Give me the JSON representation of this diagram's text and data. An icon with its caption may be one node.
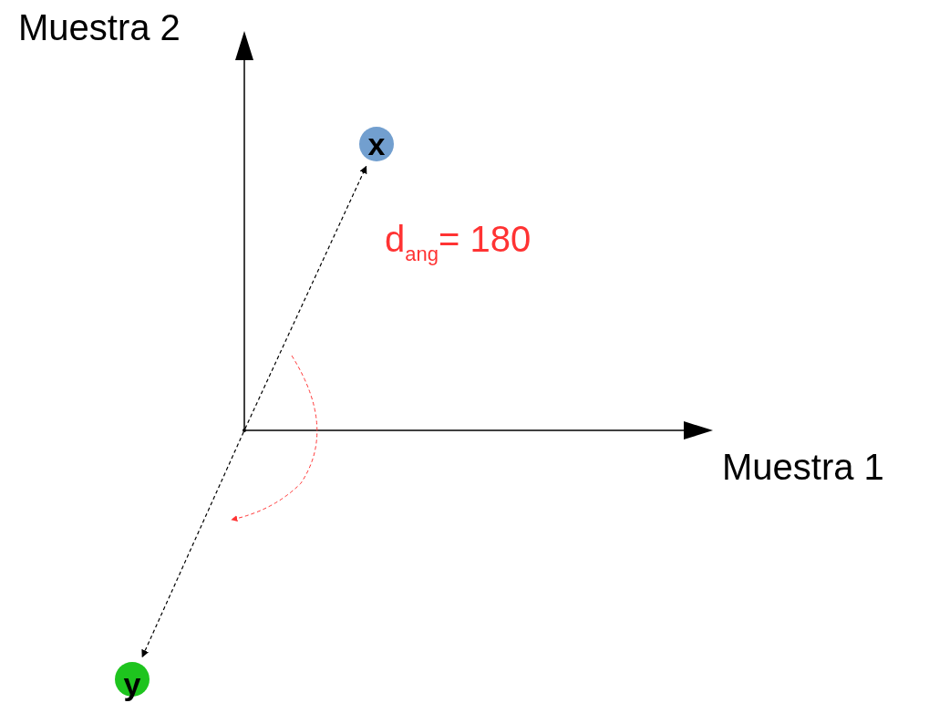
{
  "diagram": {
    "nodes": [
      {
        "text": [
          "x"
        ]
      },
      {
        "text": [
          "y"
        ]
      },
      {
        "text": [],
        "shape": "point"
      }
    ],
    "edges": [
      {
        "from": 2,
        "to": 0,
        "arrow": "to",
        "style": "dashed"
      },
      {
        "from": 2,
        "to": 1,
        "arrow": "to",
        "style": "dashed"
      }
    ],
    "labels": [
      "Muestra 2",
      "d$_{ang}$= 180",
      "Muestra 1"
    ]
  }
}
